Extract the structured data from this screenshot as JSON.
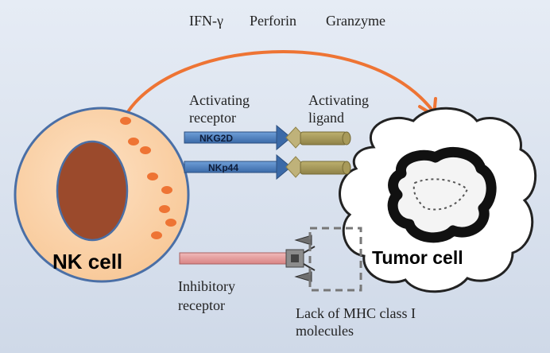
{
  "cytokines": {
    "ifn": "IFN-γ",
    "perforin": "Perforin",
    "granzyme": "Granzyme"
  },
  "labels": {
    "activating_receptor_line1": "Activating",
    "activating_receptor_line2": "receptor",
    "activating_ligand_line1": "Activating",
    "activating_ligand_line2": "ligand",
    "nkg2d": "NKG2D",
    "nkp44": "NKp44",
    "nk_cell": "NK cell",
    "tumor_cell": "Tumor cell",
    "inhibitory_receptor_line1": "Inhibitory",
    "inhibitory_receptor_line2": "receptor",
    "lack_mhc_line1": "Lack of MHC class I",
    "lack_mhc_line2": "molecules"
  },
  "colors": {
    "background": "#dfe6f1",
    "nk_cytoplasm": "#fbd2a9",
    "nk_border": "#4a6fa6",
    "nucleus": "#9b4a2c",
    "granule": "#ee7434",
    "arrow_orange": "#ee7434",
    "receptor_blue": "#4f81bd",
    "ligand_olive": "#a89a5a",
    "inhibitory_pink": "#e69c9c",
    "tumor_dark": "#111111"
  }
}
